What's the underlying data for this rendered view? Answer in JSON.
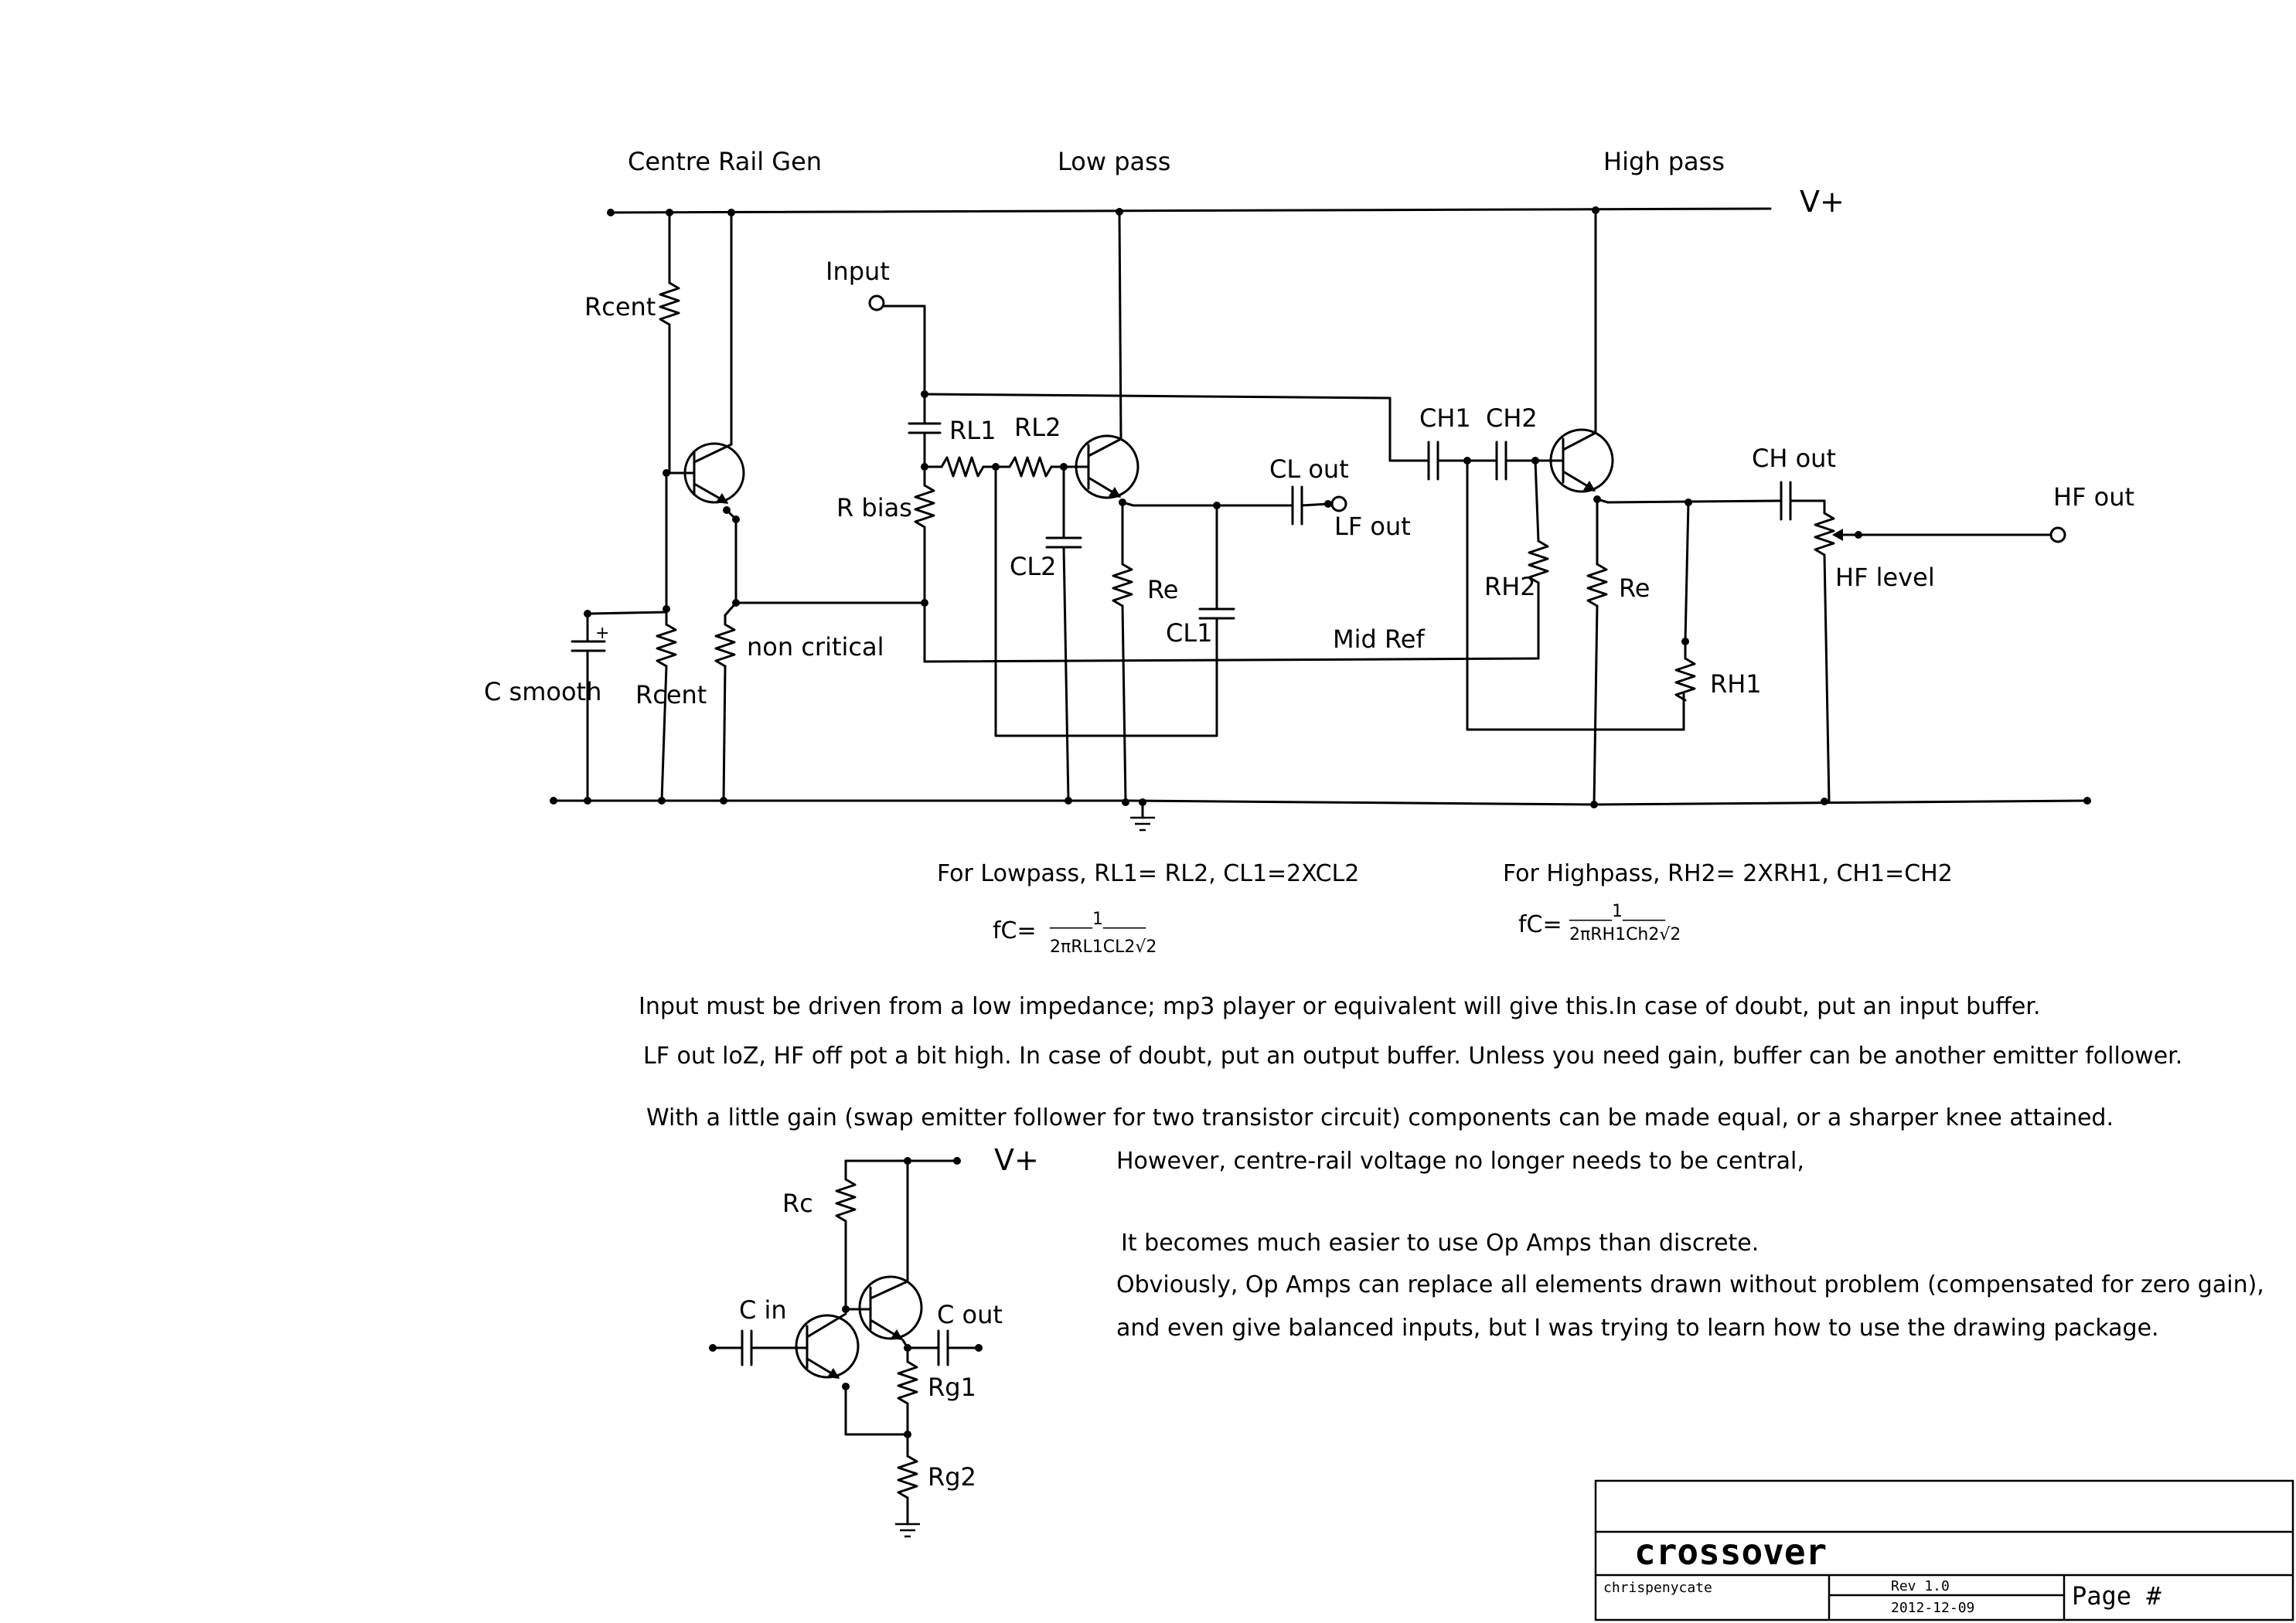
{
  "sections": {
    "centre_rail": "Centre Rail Gen",
    "low_pass": "Low pass",
    "high_pass": "High pass"
  },
  "rails": {
    "vplus": "V+"
  },
  "components": {
    "rcent_top": "Rcent",
    "rcent_bottom": "Rcent",
    "c_smooth": "C smooth",
    "plus_sign": "+",
    "non_critical": "non critical",
    "input": "Input",
    "r_bias": "R bias",
    "rl1": "RL1",
    "rl2": "RL2",
    "cl2": "CL2",
    "re_low": "Re",
    "cl1": "CL1",
    "cl_out": "CL out",
    "lf_out": "LF out",
    "mid_ref": "Mid Ref",
    "ch1": "CH1",
    "ch2": "CH2",
    "rh2": "RH2",
    "re_high": "Re",
    "rh1": "RH1",
    "ch_out": "CH out",
    "hf_out": "HF out",
    "hf_level": "HF level"
  },
  "formulas": {
    "lowpass_rule": "For Lowpass, RL1= RL2, CL1=2XCL2",
    "lowpass_fc": "fC=",
    "lowpass_num": "_____1_____",
    "lowpass_den": "2πRL1CL2√2",
    "highpass_rule": "For Highpass, RH2= 2XRH1, CH1=CH2",
    "highpass_fc": "fC=",
    "highpass_num": "_____1_____",
    "highpass_den": "2πRH1Ch2√2"
  },
  "notes": [
    "Input must be driven from a low impedance; mp3 player or equivalent will give this.In case of doubt, put an input buffer.",
    "LF out loZ, HF off pot a bit high. In case of doubt, put an output buffer. Unless you need gain, buffer can be another emitter follower.",
    "With a little gain (swap emitter follower for two transistor circuit) components can be made equal, or a sharper knee attained.",
    "However, centre-rail voltage no longer needs to be central,",
    "It becomes much easier to use Op Amps than discrete.",
    "Obviously, Op Amps can replace all elements drawn without problem (compensated for zero gain),",
    "and even give balanced inputs, but I was trying to learn how to use the drawing  package."
  ],
  "gain_circuit": {
    "vplus": "V+",
    "rc": "Rc",
    "c_in": "C in",
    "c_out": "C out",
    "rg1": "Rg1",
    "rg2": "Rg2"
  },
  "title_block": {
    "title": "crossover",
    "author": "chrispenycate",
    "rev": "Rev 1.0",
    "date": "2012-12-09",
    "page": "Page #"
  }
}
